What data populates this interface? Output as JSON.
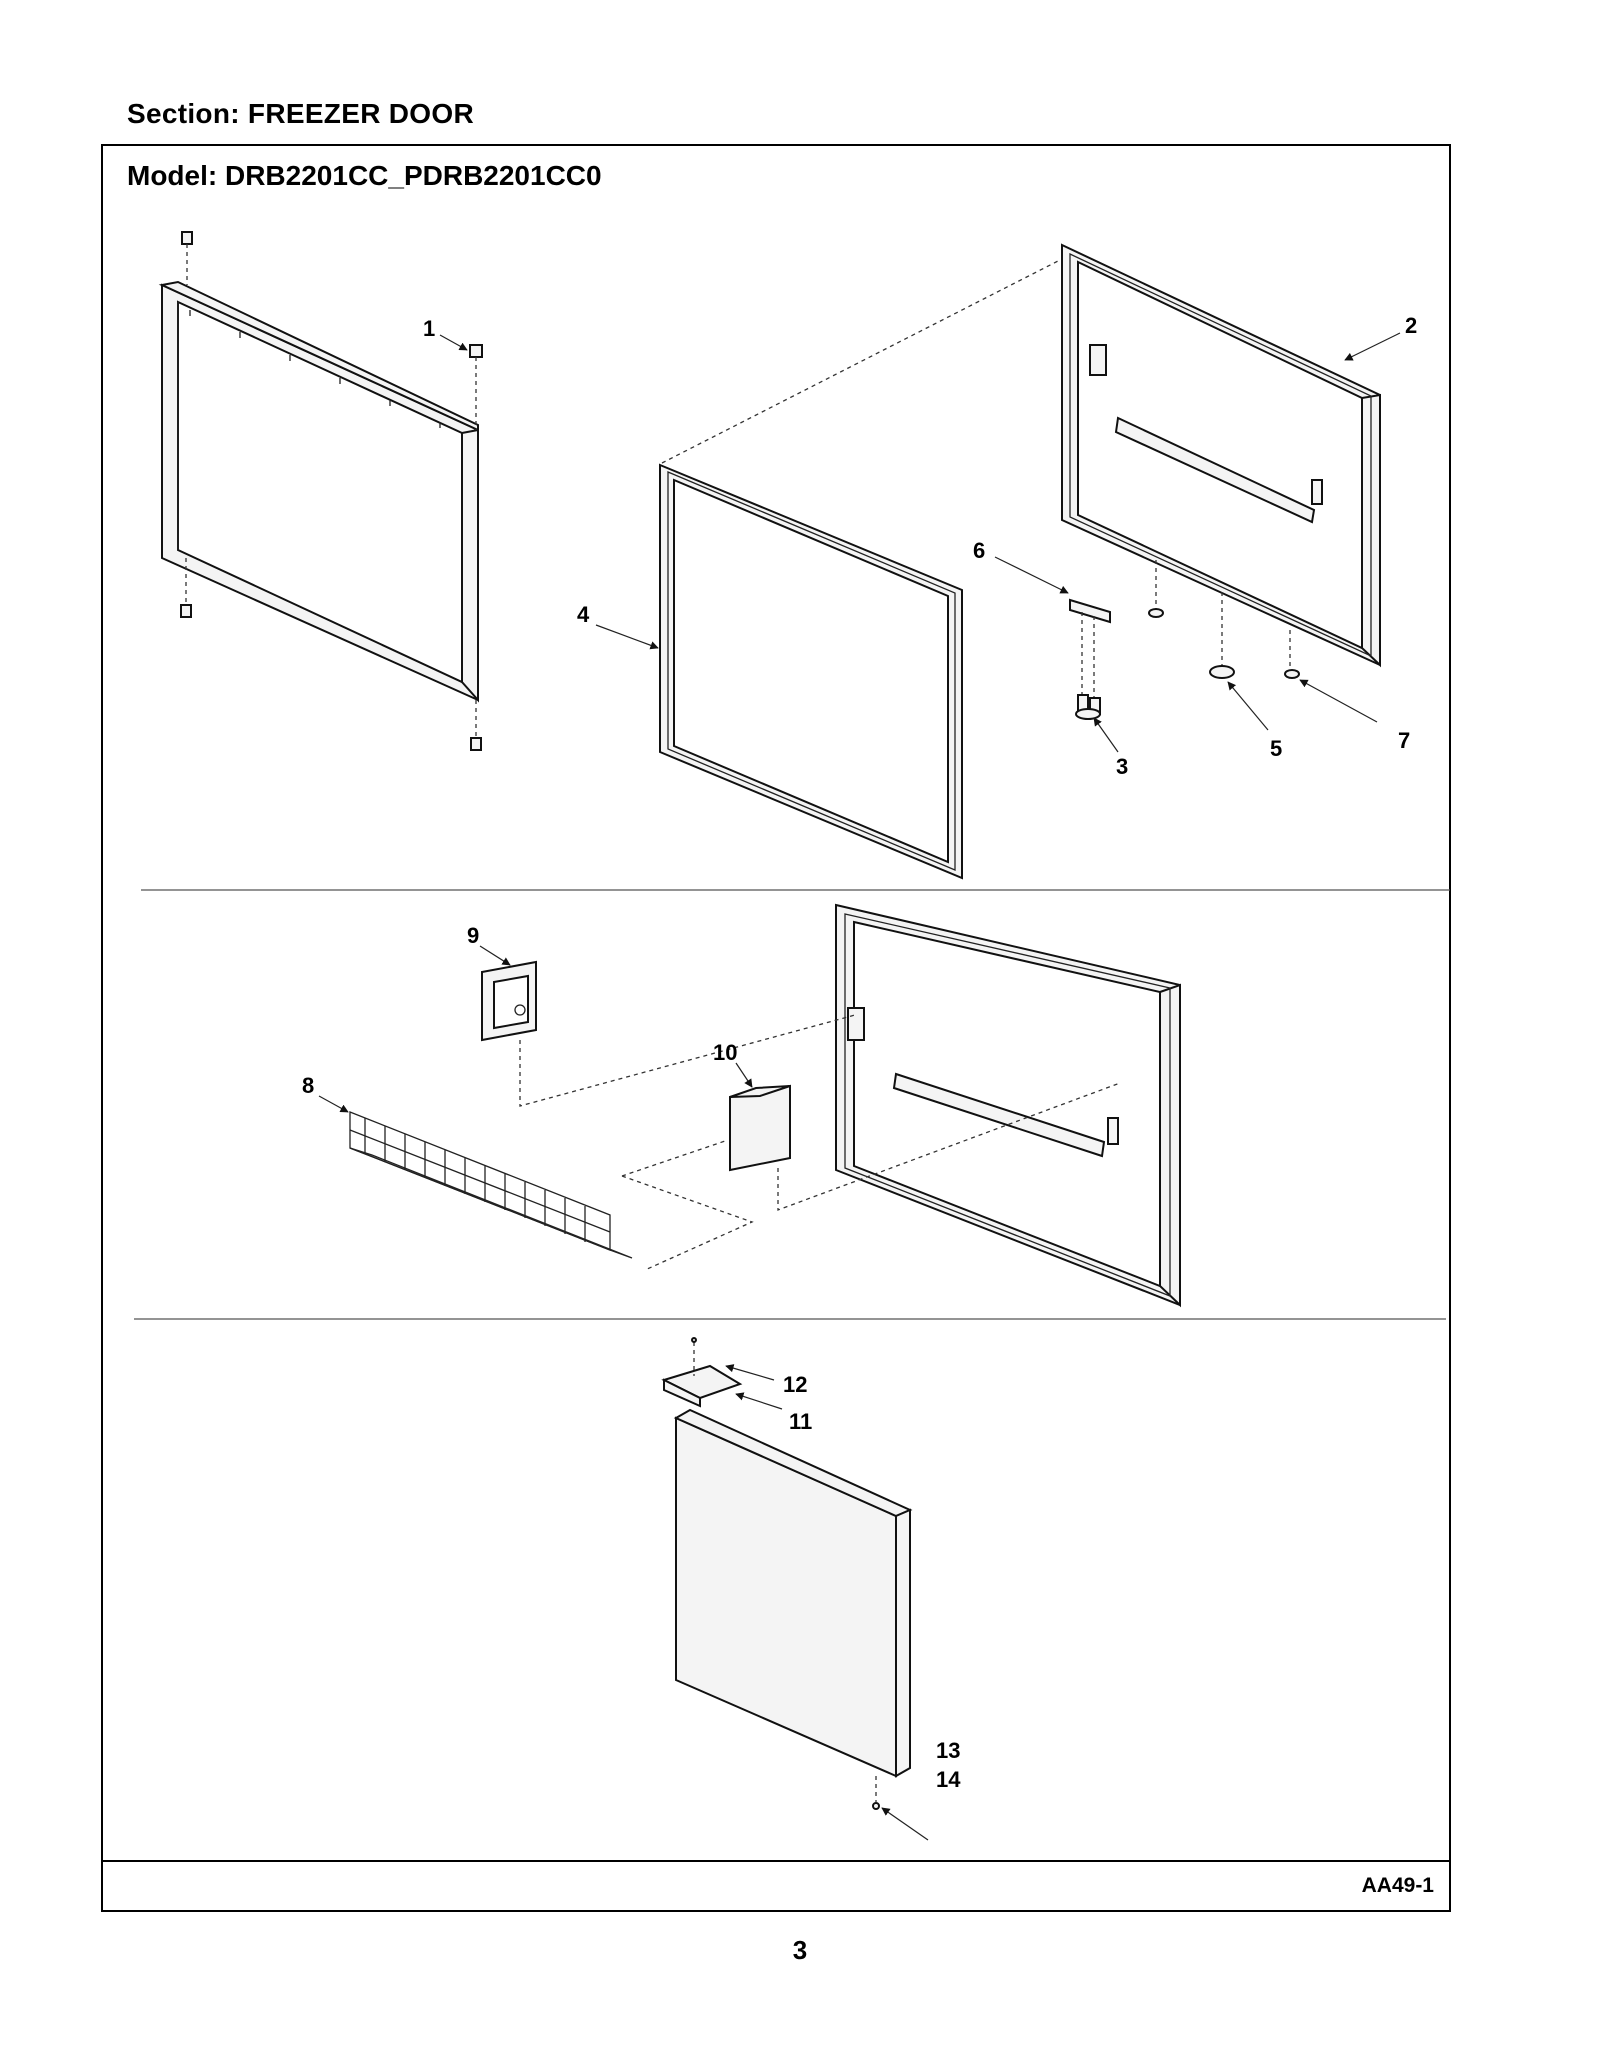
{
  "header": {
    "section": "Section:  FREEZER DOOR"
  },
  "model": {
    "label": "Model:  DRB2201CC_PDRB2201CC0"
  },
  "footer": {
    "code": "AA49-1",
    "page": "3"
  },
  "callouts": {
    "c1": "1",
    "c2": "2",
    "c3": "3",
    "c4": "4",
    "c5": "5",
    "c6": "6",
    "c7": "7",
    "c8": "8",
    "c9": "9",
    "c10": "10",
    "c11": "11",
    "c12": "12",
    "c13": "13",
    "c14": "14"
  }
}
